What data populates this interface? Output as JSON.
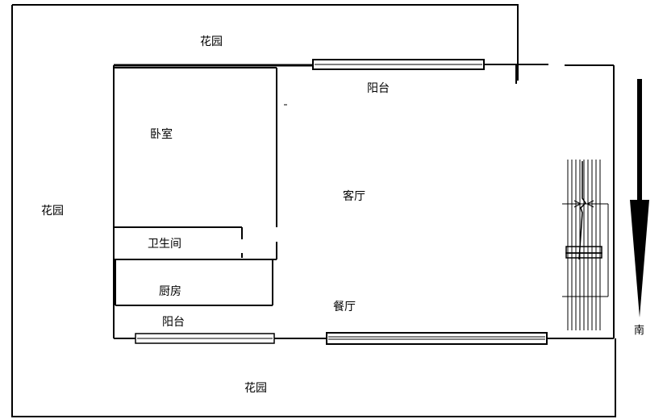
{
  "labels": {
    "garden_top": "花园",
    "garden_left": "花园",
    "garden_bottom": "花园",
    "balcony_top": "阳台",
    "bedroom": "卧室",
    "living_room": "客厅",
    "bathroom": "卫生间",
    "kitchen": "厨房",
    "dining_room": "餐厅",
    "balcony_bottom": "阳台",
    "south": "南"
  },
  "colors": {
    "line": "#000000",
    "background": "#ffffff"
  },
  "icons": {
    "direction": "south-arrow-icon",
    "stairs": "staircase-icon"
  }
}
